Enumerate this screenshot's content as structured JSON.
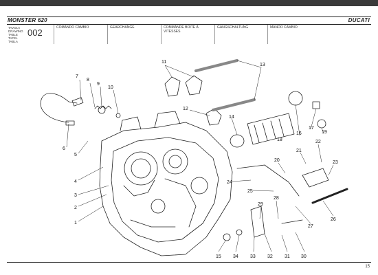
{
  "header": {
    "model": "MONSTER 620",
    "brand": "DUCATI",
    "meta": [
      "TAVOLA",
      "DRAWING",
      "TABLE",
      "TAFEL",
      "TABLA"
    ],
    "code": "002",
    "titles": [
      "COMANDO CAMBIO",
      "GEARCHANGE",
      "COMMANDE BOITE À VITESSES",
      "GANGSCHALTUNG",
      "MANDO CAMBIO"
    ]
  },
  "callouts": [
    "1",
    "2",
    "3",
    "4",
    "5",
    "6",
    "7",
    "8",
    "9",
    "10",
    "11",
    "12",
    "13",
    "14",
    "15",
    "16",
    "17",
    "18",
    "19",
    "20",
    "21",
    "22",
    "23",
    "24",
    "25",
    "26",
    "27",
    "28",
    "29",
    "30",
    "31",
    "32",
    "33",
    "34"
  ],
  "footer": {
    "page": "15"
  },
  "colors": {
    "line": "#222222",
    "topbar": "#3a3a3a"
  }
}
